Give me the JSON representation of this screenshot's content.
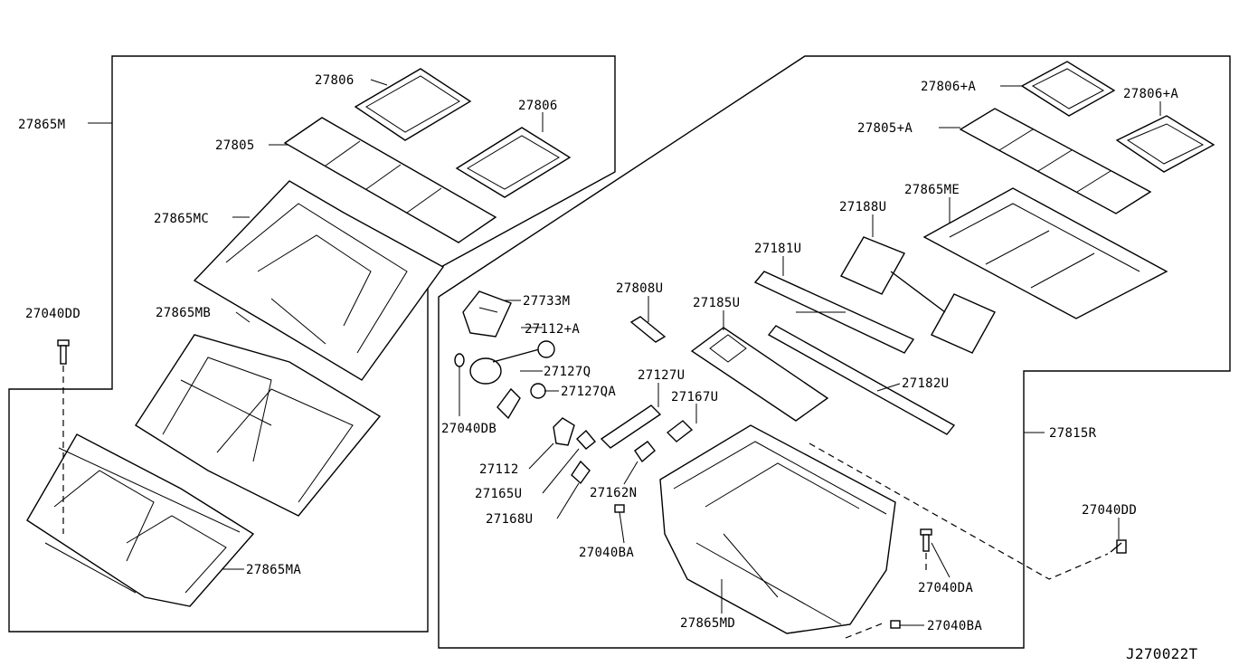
{
  "diagram_id": "J270022T",
  "callouts": {
    "c27865M": "27865M",
    "c27806_a": "27806",
    "c27806_b": "27806",
    "c27805": "27805",
    "c27865MC": "27865MC",
    "c27040DD_left": "27040DD",
    "c27865MB": "27865MB",
    "c27865MA": "27865MA",
    "c27806A_a": "27806+A",
    "c27806A_b": "27806+A",
    "c27805A": "27805+A",
    "c27865ME": "27865ME",
    "c27188U": "27188U",
    "c27181U": "27181U",
    "c27733M": "27733M",
    "c27808U": "27808U",
    "c27185U": "27185U",
    "c27112A": "27112+A",
    "c27127Q": "27127Q",
    "c27127QA": "27127QA",
    "c27127U": "27127U",
    "c27182U": "27182U",
    "c27167U": "27167U",
    "c27040DB": "27040DB",
    "c27815R": "27815R",
    "c27112": "27112",
    "c27165U": "27165U",
    "c27162N": "27162N",
    "c27168U": "27168U",
    "c27040DD_right": "27040DD",
    "c27040BA_a": "27040BA",
    "c27040DA": "27040DA",
    "c27865MD": "27865MD",
    "c27040BA_b": "27040BA"
  }
}
